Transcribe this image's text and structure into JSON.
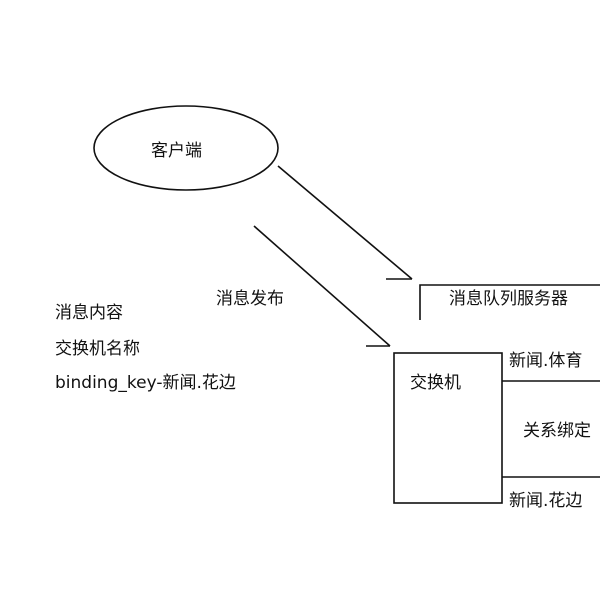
{
  "client": {
    "label": "客户端"
  },
  "publish": {
    "label": "消息发布"
  },
  "message": {
    "content_label": "消息内容",
    "exchange_name_label": "交换机名称",
    "binding_key_label": "binding_key-新闻.花边"
  },
  "mq_server": {
    "label": "消息队列服务器"
  },
  "exchange": {
    "label": "交换机"
  },
  "queues": {
    "top_label": "新闻.体育",
    "middle_label": "关系绑定",
    "bottom_label": "新闻.花边"
  },
  "colors": {
    "stroke": "#111111",
    "background": "#ffffff"
  }
}
